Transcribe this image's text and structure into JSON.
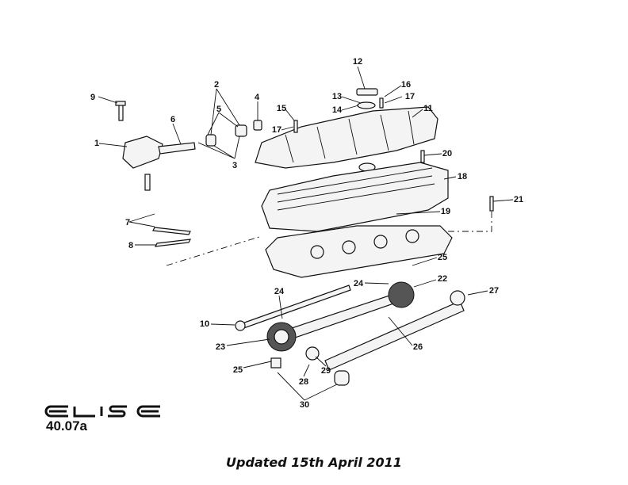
{
  "diagram": {
    "brand_logo": "ELISE",
    "page_code": "40.07a",
    "updated_note": "Updated 15th April 2011",
    "callouts": [
      "12",
      "16",
      "13",
      "17",
      "14",
      "11",
      "15",
      "17",
      "9",
      "6",
      "2",
      "5",
      "4",
      "3",
      "1",
      "20",
      "18",
      "21",
      "7",
      "19",
      "8",
      "25",
      "22",
      "24",
      "24",
      "27",
      "10",
      "23",
      "26",
      "25",
      "29",
      "28",
      "30"
    ]
  }
}
